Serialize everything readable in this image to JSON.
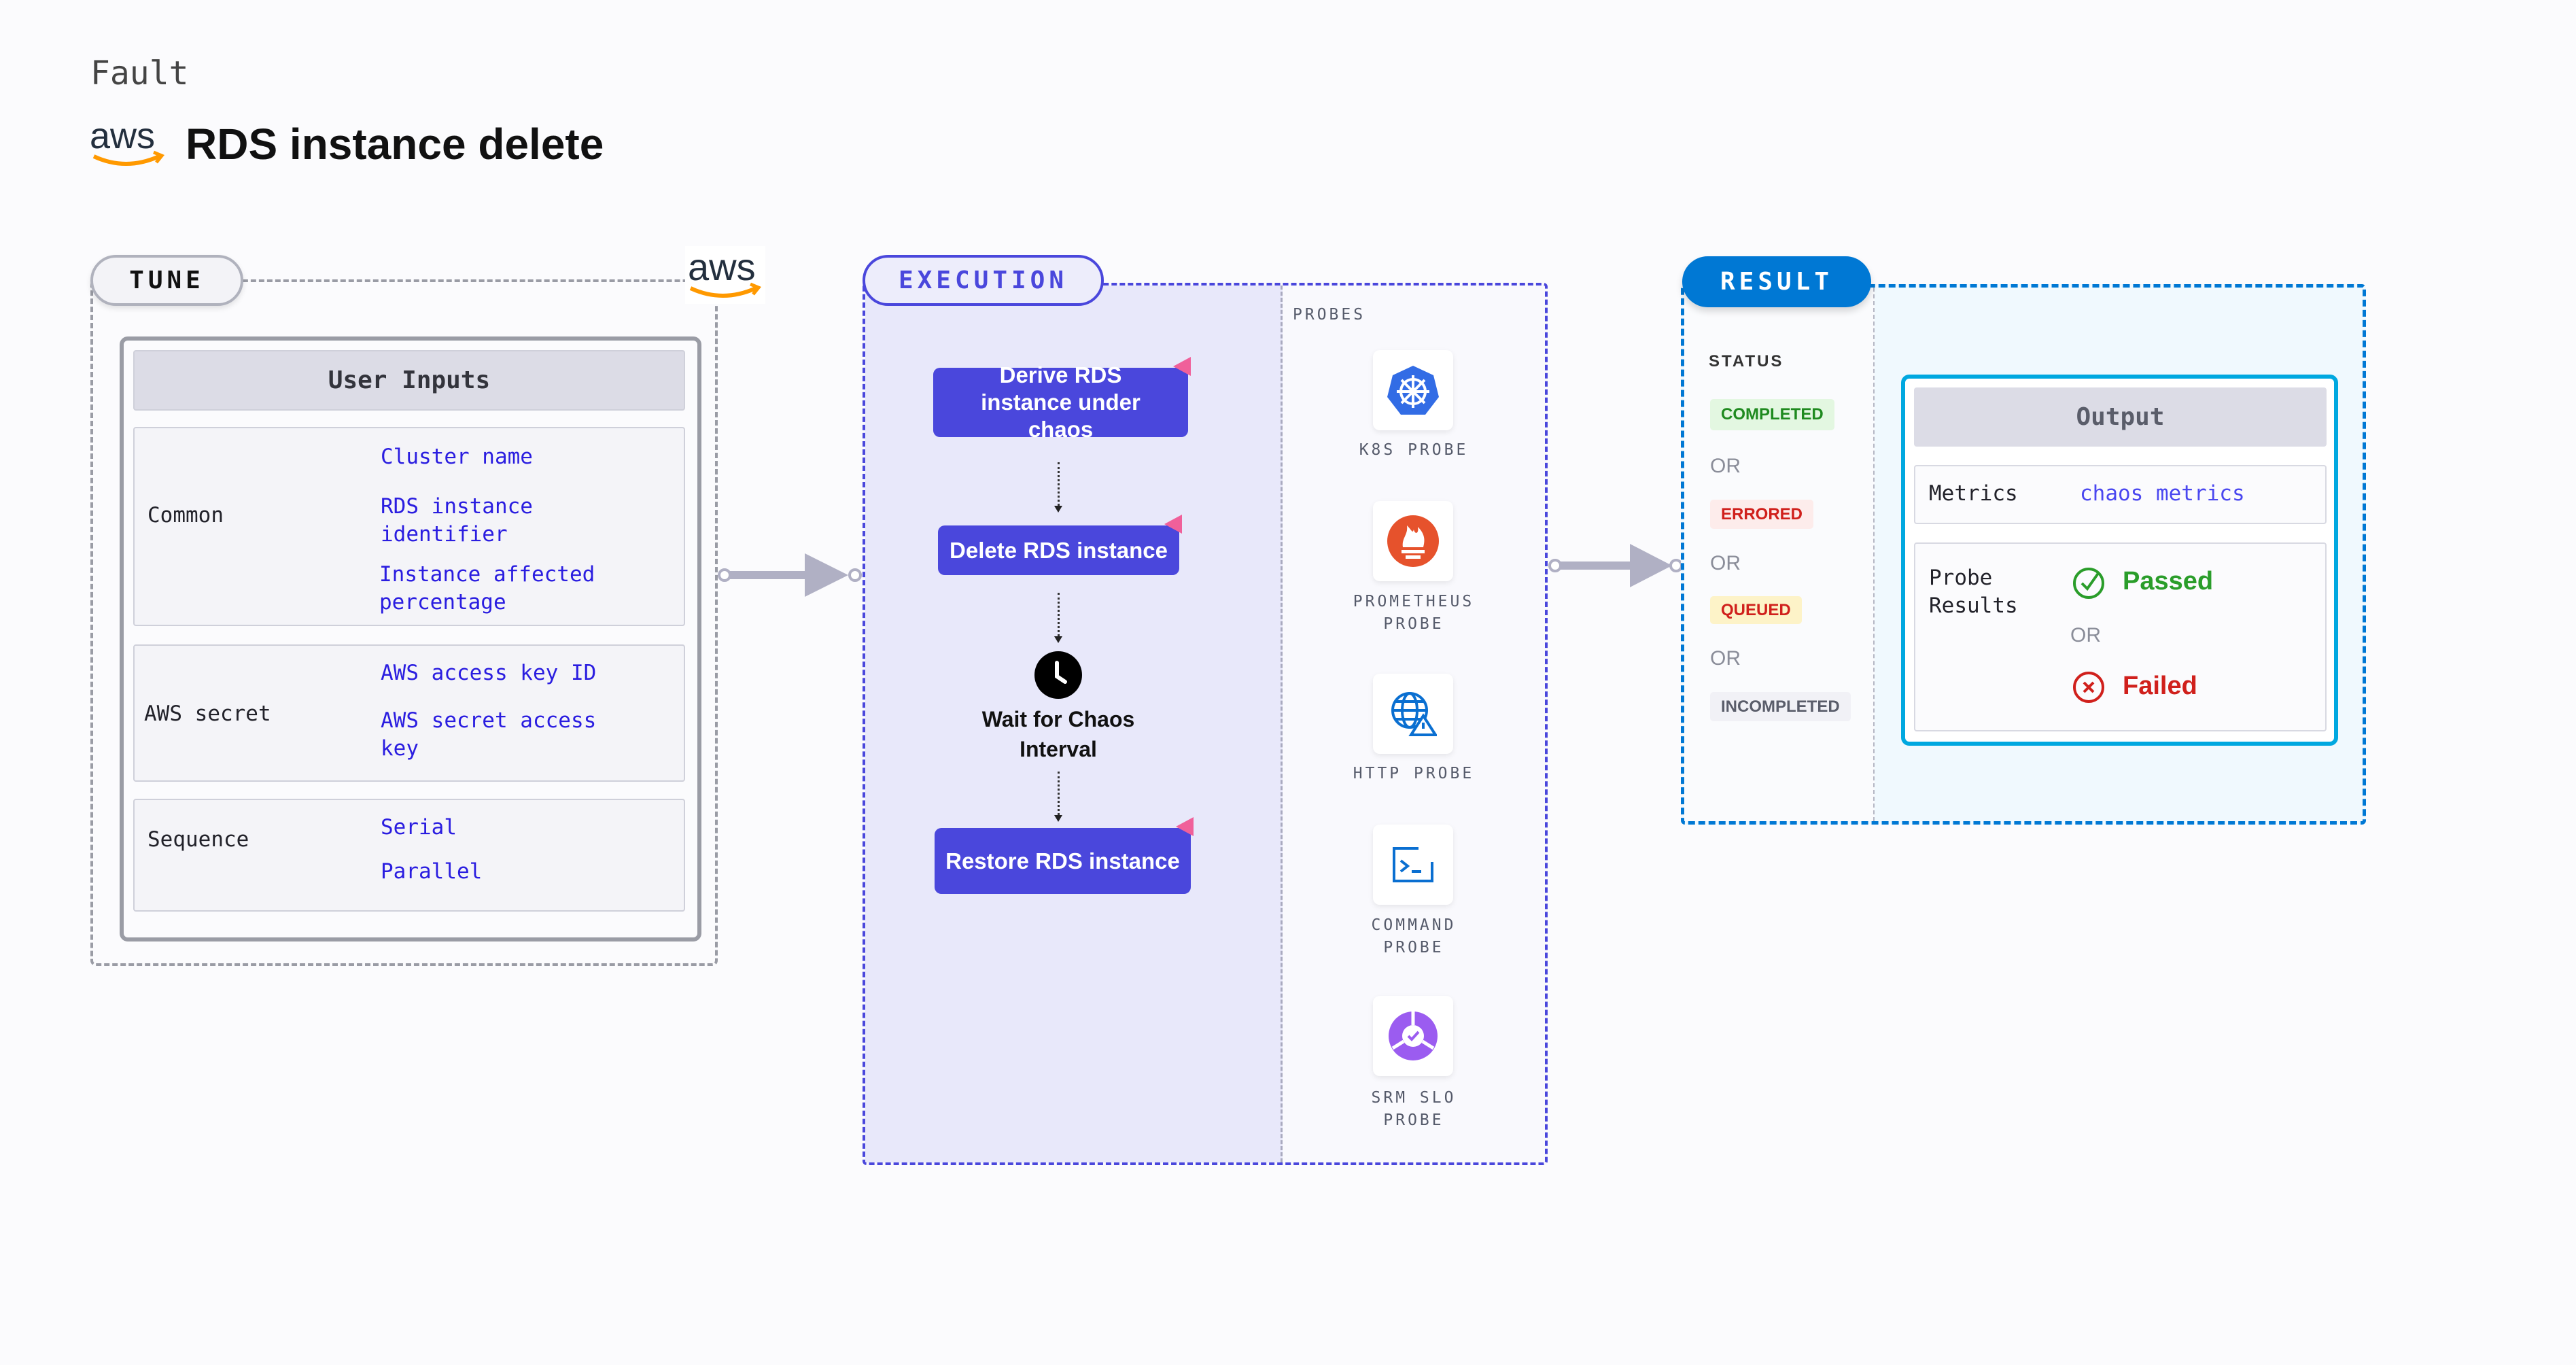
{
  "header": {
    "category": "Fault",
    "title": "RDS instance delete",
    "logo": "aws-logo"
  },
  "tune": {
    "label": "TUNE",
    "logo": "aws-logo",
    "table_title": "User Inputs",
    "rows": [
      {
        "label": "Common",
        "values": [
          "Cluster name",
          "RDS instance identifier",
          "Instance affected percentage"
        ]
      },
      {
        "label": "AWS secret",
        "values": [
          "AWS access key ID",
          "AWS secret access key"
        ]
      },
      {
        "label": "Sequence",
        "values": [
          "Serial",
          "Parallel"
        ]
      }
    ]
  },
  "execution": {
    "label": "EXECUTION",
    "steps": [
      "Derive RDS instance under chaos",
      "Delete RDS instance",
      "Wait for Chaos Interval",
      "Restore RDS instance"
    ],
    "probes_label": "PROBES",
    "probes": [
      {
        "label": "K8S PROBE",
        "icon": "kubernetes-icon"
      },
      {
        "label": "PROMETHEUS PROBE",
        "icon": "prometheus-icon"
      },
      {
        "label": "HTTP PROBE",
        "icon": "http-globe-icon"
      },
      {
        "label": "COMMAND PROBE",
        "icon": "terminal-icon"
      },
      {
        "label": "SRM SLO PROBE",
        "icon": "srm-slo-icon"
      }
    ]
  },
  "result": {
    "label": "RESULT",
    "status_label": "STATUS",
    "statuses": [
      {
        "label": "COMPLETED",
        "color": "#1f8a1f",
        "bg": "#e3f7e1"
      },
      {
        "label": "ERRORED",
        "color": "#d0201c",
        "bg": "#fdeceb"
      },
      {
        "label": "QUEUED",
        "color": "#d0201c",
        "bg": "#fdf3c8"
      },
      {
        "label": "INCOMPLETED",
        "color": "#5a5d6a",
        "bg": "#f1f1f6"
      }
    ],
    "or": "OR",
    "output": {
      "title": "Output",
      "metrics_label": "Metrics",
      "metrics_value": "chaos metrics",
      "probe_results_label": "Probe Results",
      "passed": "Passed",
      "failed": "Failed"
    }
  },
  "colors": {
    "execution_accent": "#4a47dc",
    "result_accent": "#0078d4",
    "output_border": "#00a8e0"
  }
}
